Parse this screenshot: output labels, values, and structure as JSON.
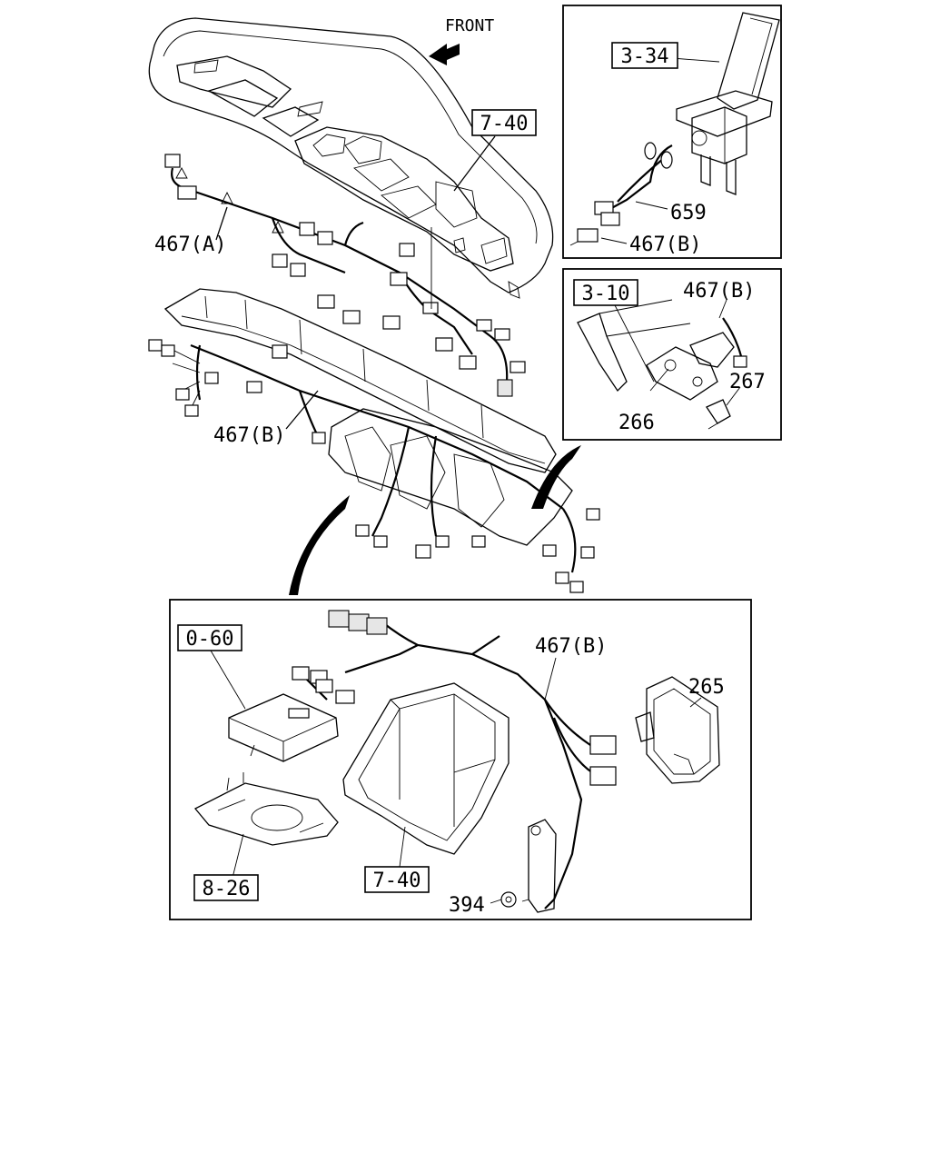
{
  "header": {
    "front_label": "FRONT"
  },
  "labels": {
    "ref_7_40_top": "7-40",
    "ref_3_34": "3-34",
    "ref_3_10": "3-10",
    "ref_0_60": "0-60",
    "ref_8_26": "8-26",
    "ref_7_40_bottom": "7-40",
    "part_467a": "467(A)",
    "part_467b_main": "467(B)",
    "part_467b_pedal": "467(B)",
    "part_467b_bracket": "467(B)",
    "part_467b_detail": "467(B)",
    "part_659": "659",
    "part_266": "266",
    "part_267": "267",
    "part_265": "265",
    "part_394": "394"
  },
  "icons": {
    "front_arrow": "front-arrow-icon"
  },
  "colors": {
    "line": "#000000",
    "background": "#ffffff"
  }
}
